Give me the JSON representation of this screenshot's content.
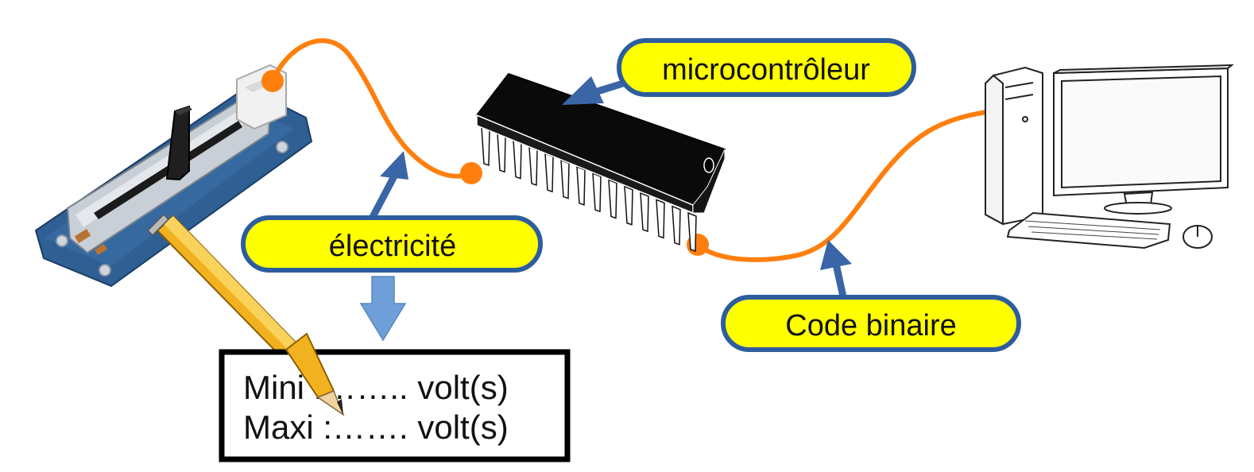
{
  "labels": {
    "microcontroller": "microcontrôleur",
    "electricity": "électricité",
    "binary_code": "Code binaire"
  },
  "note": {
    "line1": "Mini :…….. volt(s)",
    "line2": "Maxi :……. volt(s)"
  },
  "colors": {
    "wire": "#ff7f0e",
    "label_fill": "#ffff00",
    "label_border": "#2e5d9e",
    "arrow": "#3a66a8",
    "down_arrow": "#6f9fd8"
  }
}
